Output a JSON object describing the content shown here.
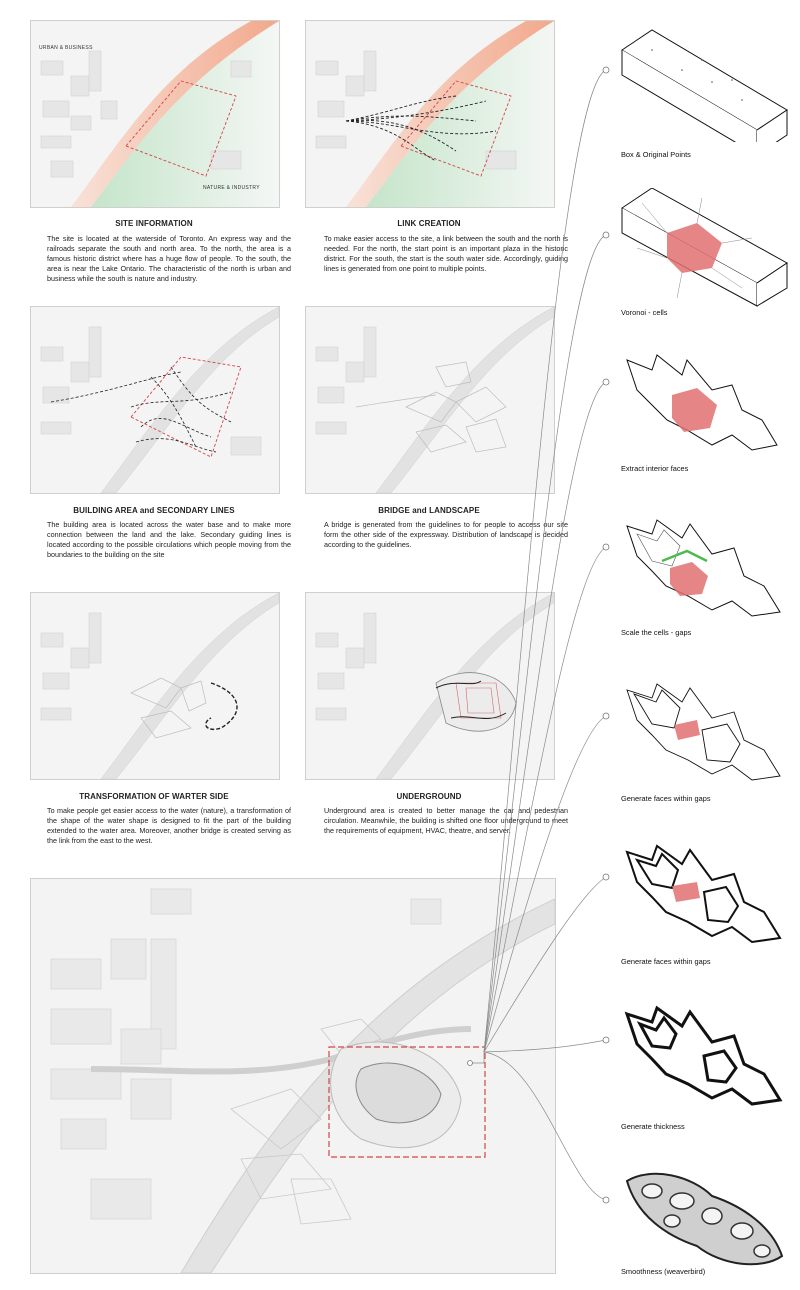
{
  "panels": [
    {
      "id": "site",
      "title": "SITE INFORMATION",
      "body": "The site is located at the waterside of Toronto. An express way and the railroads separate the south and north area. To the north, the area is a famous historic district where has a huge flow of people. To the south, the area is near the Lake Ontario. The characteristic of the north is urban and business while the south is nature and industry.",
      "labels": [
        "URBAN & BUSINESS",
        "NATURE & INDUSTRY"
      ]
    },
    {
      "id": "link",
      "title": "LINK CREATION",
      "body": "To make easier access to the site, a link between the south and the north is needed. For the north, the start point is an important plaza in the historic district. For the south, the start is the south water side. Accordingly, guiding lines is generated from one point to multiple points."
    },
    {
      "id": "building",
      "title": "BUILDING AREA and SECONDARY LINES",
      "body": "The building area is located across the water base and to make more connection between the land and the lake. Secondary guiding lines is located according to the possible circulations which people moving from the boundaries to the building on the site"
    },
    {
      "id": "bridge",
      "title": "BRIDGE and LANDSCAPE",
      "body": "A bridge is generated from the guidelines to for people to access our site form the other side of the expressway. Distribution of landscape is decided according to the guidelines."
    },
    {
      "id": "water",
      "title": "TRANSFORMATION OF WARTER SIDE",
      "body": "To make people get easier access to the water (nature), a transformation of the shape of the water shape is designed to fit the part of the building extended to the water area. Moreover, another bridge is created serving as the link from the east to the west."
    },
    {
      "id": "underground",
      "title": "UNDERGROUND",
      "body": "Underground area is created to better manage the car and pedestrian circulation. Meanwhile, the building is shifted one floor underground to meet the requirements of equipment, HVAC, theatre, and server."
    }
  ],
  "steps": [
    {
      "label": "Box & Original Points"
    },
    {
      "label": "Voronoi - cells"
    },
    {
      "label": "Extract interior faces"
    },
    {
      "label": "Scale the cells - gaps"
    },
    {
      "label": "Generate faces within gaps"
    },
    {
      "label": "Generate faces within gaps"
    },
    {
      "label": "Generate thickness"
    },
    {
      "label": "Smoothness (weaverbird)"
    }
  ],
  "colors": {
    "urban": "#f4b9a0",
    "nature": "#cfe8d2",
    "highlight": "#e07070",
    "green": "#4cbb4c",
    "dash": "#d44444"
  }
}
